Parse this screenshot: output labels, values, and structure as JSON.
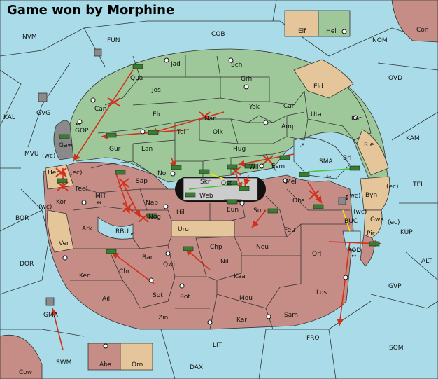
{
  "title": "Game won by Morphine",
  "regions": {
    "NVM": "NVM",
    "FUN": "FUN",
    "COB": "COB",
    "NOM": "NOM",
    "Con": "Con",
    "Elf": "Elf",
    "Hel": "Hel",
    "KAL": "KAL",
    "GVG": "GVG",
    "OVD": "OVD",
    "KAM": "KAM",
    "TEI": "TEI",
    "MVU": "MVU",
    "BOR": "BOR",
    "DOR": "DOR",
    "ALT": "ALT",
    "KUP": "KUP",
    "GVP": "GVP",
    "FRO": "FRO",
    "SOM": "SOM",
    "LIT": "LIT",
    "SWM": "SWM",
    "DAX": "DAX",
    "GMA": "GMA",
    "Cow": "Cow",
    "Aba": "Aba",
    "Orn": "Orn",
    "Jad": "Jad",
    "Sch": "Sch",
    "Qua": "Qua",
    "Jos": "Jos",
    "Grh": "Grh",
    "Eld": "Eld",
    "Can": "Can",
    "Elc": "Elc",
    "Nar": "Nar",
    "Yok": "Yok",
    "Car": "Car",
    "Uta": "Uta",
    "Kat": "Kat",
    "Tel": "Tel",
    "Olk": "Olk",
    "Amp": "Amp",
    "Gaw": "Gaw",
    "GOP": "GOP",
    "Gur": "Gur",
    "Lan": "Lan",
    "Hug": "Hug",
    "Rie": "Rie",
    "Bri": "Bri",
    "SMA": "SMA",
    "Nor": "Nor",
    "Skr": "Skr",
    "Wil": "Wil",
    "Esm": "Esm",
    "Her": "Her",
    "Sap": "Sap",
    "Ost": "Ost",
    "Mel": "Mel",
    "Web": "Web",
    "Byn": "Byn",
    "Kor": "Kor",
    "MIT": "MIT",
    "Nab": "Nab",
    "Eun": "Eun",
    "Sun": "Sun",
    "Obs": "Obs",
    "Gwa": "Gwa",
    "Hil": "Hil",
    "Nog": "Nog",
    "BUC": "BUC",
    "Ark": "Ark",
    "RBU": "RBU",
    "Uru": "Uru",
    "Feu": "Feu",
    "Pir": "Pir",
    "Ver": "Ver",
    "Chp": "Chp",
    "Neu": "Neu",
    "Orl": "Orl",
    "ROD": "ROD",
    "Bar": "Bar",
    "Qwi": "Qwi",
    "Nil": "Nil",
    "Chr": "Chr",
    "Ken": "Ken",
    "Kaa": "Kaa",
    "Sot": "Sot",
    "Ail": "Ail",
    "Rot": "Rot",
    "Mou": "Mou",
    "Los": "Los",
    "Zin": "Zin",
    "Kar": "Kar",
    "Sam": "Sam"
  },
  "coasts": [
    "(wc)",
    "(ec)",
    "(wc)",
    "(ec)",
    "(wc)",
    "(ec)",
    "(wc)"
  ],
  "colors": {
    "sea": "#a9dce8",
    "morphine": "#9ec79a",
    "opponent": "#c58d85",
    "neutral": "#e5c59a",
    "arrow": "#d2301c"
  }
}
